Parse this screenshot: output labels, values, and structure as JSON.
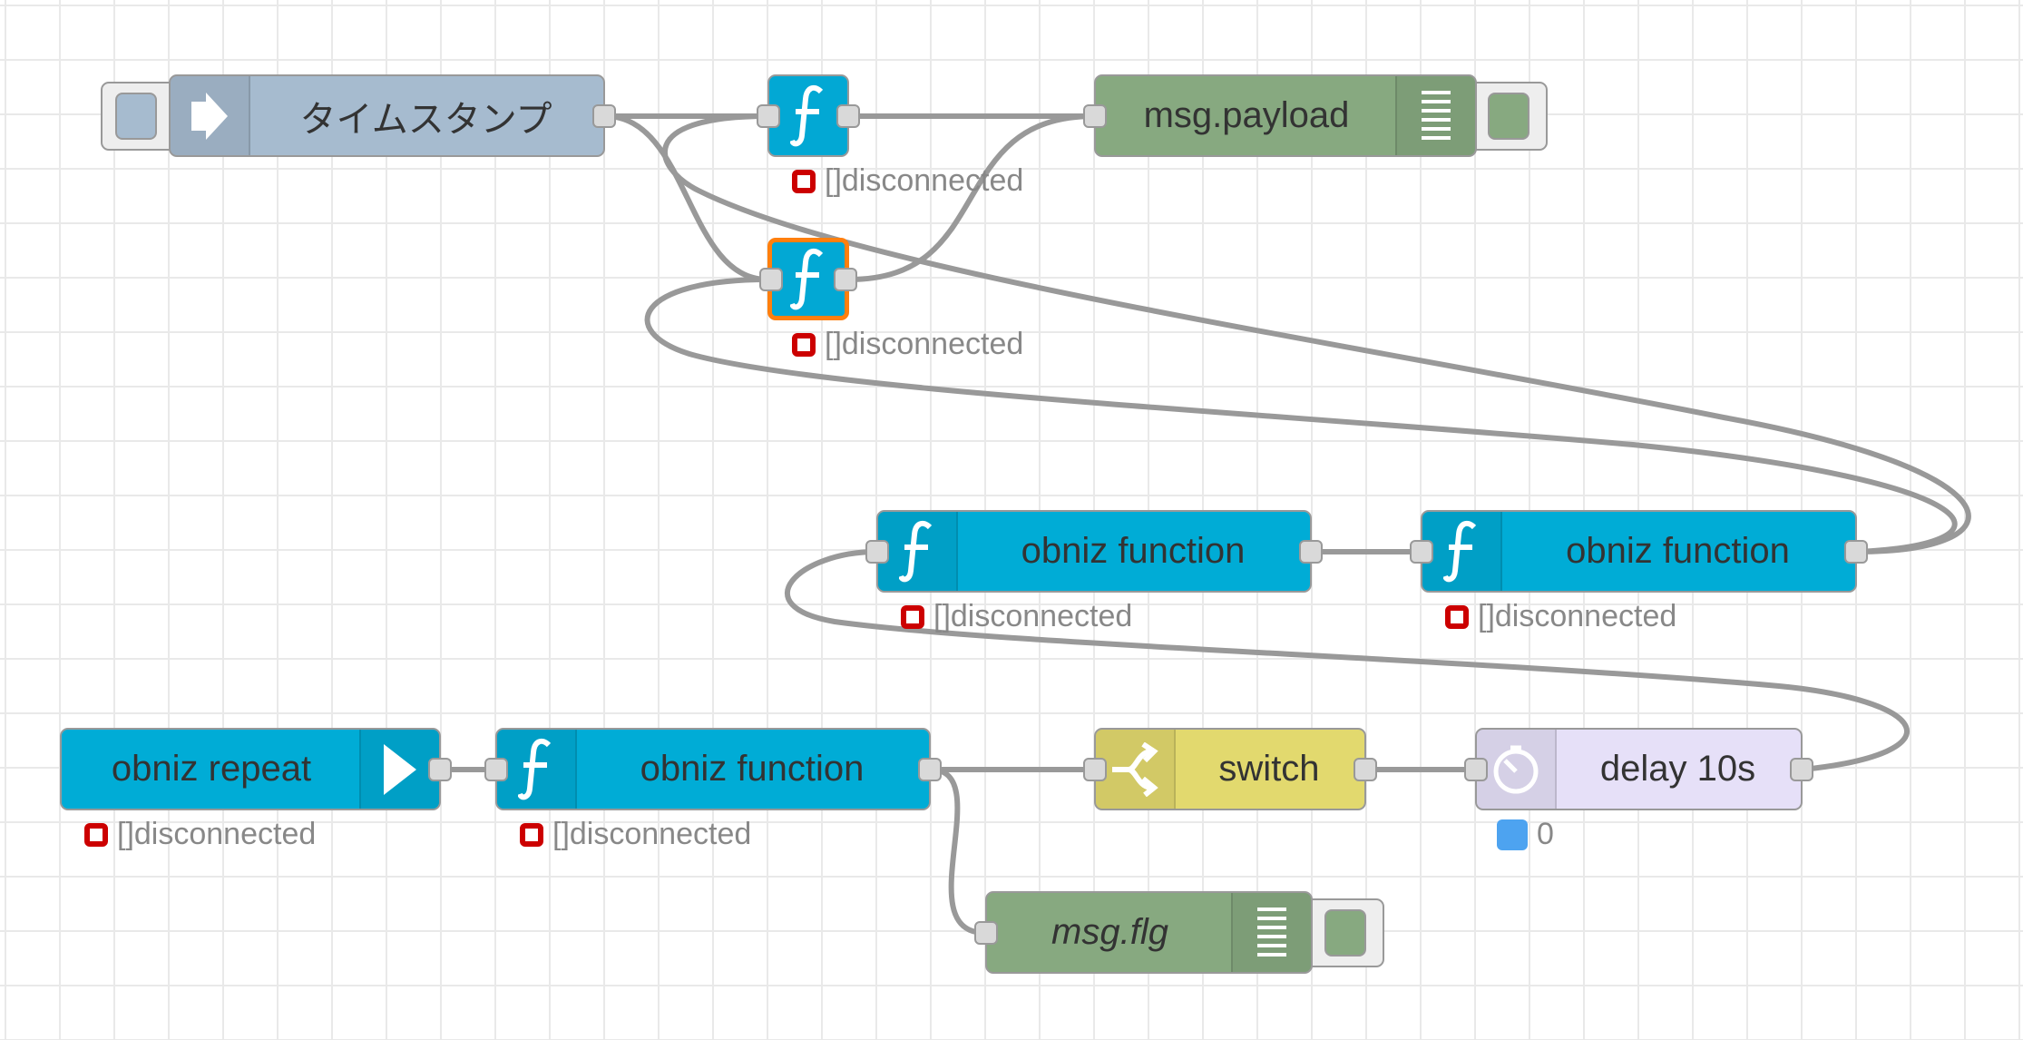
{
  "nodes": {
    "timestamp": {
      "label": "タイムスタンプ",
      "icon": "arrow-in-icon",
      "type": "inject"
    },
    "func_top": {
      "label": "",
      "icon": "function-icon",
      "status": "[]disconnected"
    },
    "func_mid": {
      "label": "",
      "icon": "function-icon",
      "status": "[]disconnected",
      "selected": true
    },
    "msg_payload": {
      "label": "msg.payload",
      "icon": "debug-list-icon",
      "type": "debug"
    },
    "obniz_func_1": {
      "label": "obniz function",
      "icon": "function-icon",
      "status": "[]disconnected"
    },
    "obniz_func_2": {
      "label": "obniz function",
      "icon": "function-icon",
      "status": "[]disconnected"
    },
    "obniz_repeat": {
      "label": "obniz repeat",
      "icon": "arrow-in-icon",
      "status": "[]disconnected"
    },
    "obniz_func_3": {
      "label": "obniz function",
      "icon": "function-icon",
      "status": "[]disconnected"
    },
    "switch": {
      "label": "switch",
      "icon": "switch-icon"
    },
    "delay": {
      "label": "delay 10s",
      "icon": "timer-icon",
      "status": "0"
    },
    "msg_flg": {
      "label": "msg.flg",
      "icon": "debug-list-icon",
      "type": "debug"
    }
  },
  "colors": {
    "function": "#02a8d4",
    "obniz": "#00acd6",
    "inject": "#a6bbcf",
    "debug": "#87a980",
    "switch": "#e2d96e",
    "delay": "#e6e0f8",
    "selected_border": "#ff7f0e",
    "status_red": "#cc0000",
    "status_blue": "#4da3f0",
    "wire": "#999999"
  }
}
